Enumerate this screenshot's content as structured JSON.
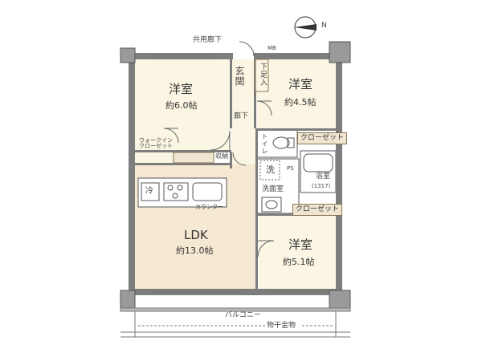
{
  "compass": {
    "label": "N"
  },
  "corridor": "共用廊下",
  "meter_box": "MB",
  "rooms": {
    "western_ne": {
      "name": "洋室",
      "size": "約6.0帖"
    },
    "western_nw": {
      "name": "洋室",
      "size": "約4.5帖"
    },
    "western_s": {
      "name": "洋室",
      "size": "約5.1帖"
    },
    "ldk": {
      "name": "LDK",
      "size": "約13.0帖"
    }
  },
  "labels": {
    "entrance": "玄関",
    "shoe_box": "下足入",
    "hallway": "廊下",
    "walk_in": "ウォークイン\nクローゼット",
    "storage": "収納",
    "toilet": "トイレ",
    "closet_1": "クローゼット",
    "closet_2": "クローゼット",
    "washer": "洗",
    "bathroom": "浴室",
    "bath_size": "(1317)",
    "washroom": "洗面室",
    "fridge": "冷",
    "counter": "カウンター",
    "balcony": "バルコニー",
    "laundry_rail": "物干金物",
    "ps": "PS"
  },
  "colors": {
    "room_fill": "#fbf5e3",
    "ldk_fill": "#f6e9d3",
    "wall": "#7d7d7d",
    "outline": "#444444",
    "wet_fill": "#ffffff",
    "closet_fill": "#efe6d2"
  }
}
